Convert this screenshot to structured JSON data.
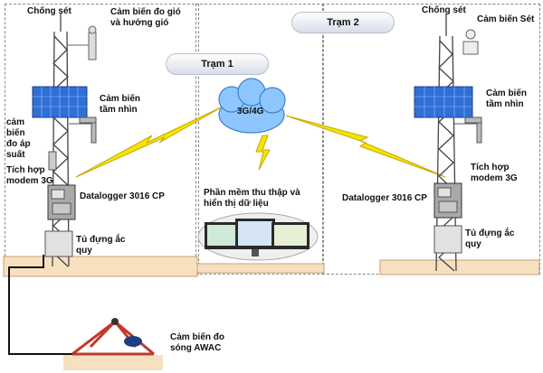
{
  "station1": {
    "title": "Trạm 1",
    "lightning_rod": "Chống sét",
    "wind_sensor": [
      "Cảm biến đo gió",
      "và hướng gió"
    ],
    "visibility_sensor": [
      "Cảm biến",
      "tầm nhìn"
    ],
    "pressure_sensor": [
      "cảm",
      "biến",
      "đo áp",
      "suất"
    ],
    "modem": [
      "Tích hợp",
      "modem 3G"
    ],
    "datalogger": "Datalogger 3016 CP",
    "battery": [
      "Tủ đựng ắc",
      "quy"
    ],
    "awac": [
      "Cảm biến đo",
      "sóng AWAC"
    ]
  },
  "station2": {
    "title": "Trạm 2",
    "lightning_rod": "Chống sét",
    "weather_sensor": "Cảm biến Sét",
    "visibility_sensor": [
      "Cảm biến",
      "tầm nhìn"
    ],
    "modem": [
      "Tích hợp",
      "modem 3G"
    ],
    "datalogger": "Datalogger 3016 CP",
    "battery": [
      "Tủ đựng ắc",
      "quy"
    ]
  },
  "network": "3G/4G",
  "software": [
    "Phần mềm thu thập và",
    "hiển thị dữ liệu"
  ],
  "colors": {
    "panel": "#2f6fd6",
    "lightning": "#f2e600",
    "cloud": "#8ec6ff",
    "ground": "#f7e0c0",
    "frame": "#c0392b",
    "tower": "#444444"
  }
}
